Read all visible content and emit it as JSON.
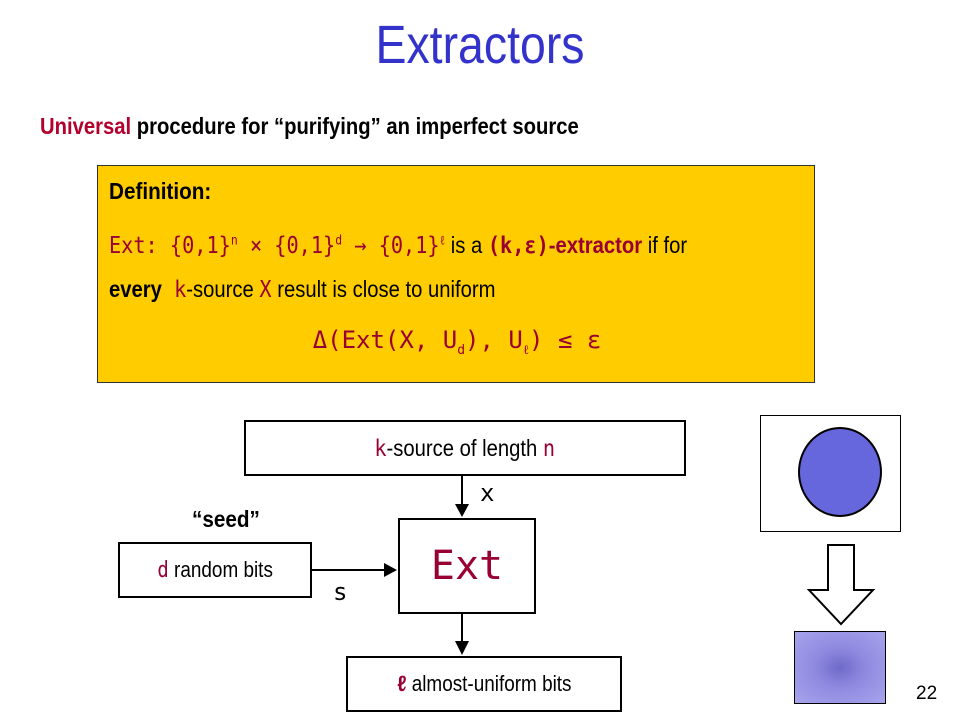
{
  "slide": {
    "title": "Extractors",
    "subtitle_prefix": "Universal",
    "subtitle_rest": " procedure for “purifying” an imperfect source",
    "page_number": "22"
  },
  "definition": {
    "heading": "Definition:",
    "line1": {
      "ext_lhs": "Ext: {0,1}",
      "n": "n",
      "times1": " × {0,1}",
      "d": "d",
      "arrow": " → {0,1}",
      "ell": "ℓ",
      "is_a": " is a ",
      "param": "(k,ε)",
      "name": "-extractor",
      "if_for": " if for"
    },
    "line2": {
      "every": "every",
      "k": " k",
      "ksource": "-source ",
      "X": "X",
      "rest": " result is close to uniform"
    },
    "formula": {
      "lead": "Δ(Ext(X, U",
      "d_sub": "d",
      "mid": "), U",
      "ell_sub": "ℓ",
      "tail": ") ≤ ε"
    }
  },
  "diagram": {
    "source": {
      "k": "k",
      "text": "-source of length ",
      "n": "n"
    },
    "random": {
      "d": "d",
      "text": " random bits"
    },
    "ext_label": "Ext",
    "output": {
      "ell": "ℓ",
      "text": "  almost-uniform bits"
    },
    "x_label": "x",
    "seed_label": "“seed”",
    "s_label": "s"
  },
  "colors": {
    "title": "#3333cc",
    "accent_red": "#b3002d",
    "definition_bg": "#ffcc00",
    "variable_maroon": "#990033",
    "ellipse_fill": "#6666dd"
  },
  "icons": [
    "down-arrow-icon",
    "hollow-down-arrow-icon"
  ]
}
